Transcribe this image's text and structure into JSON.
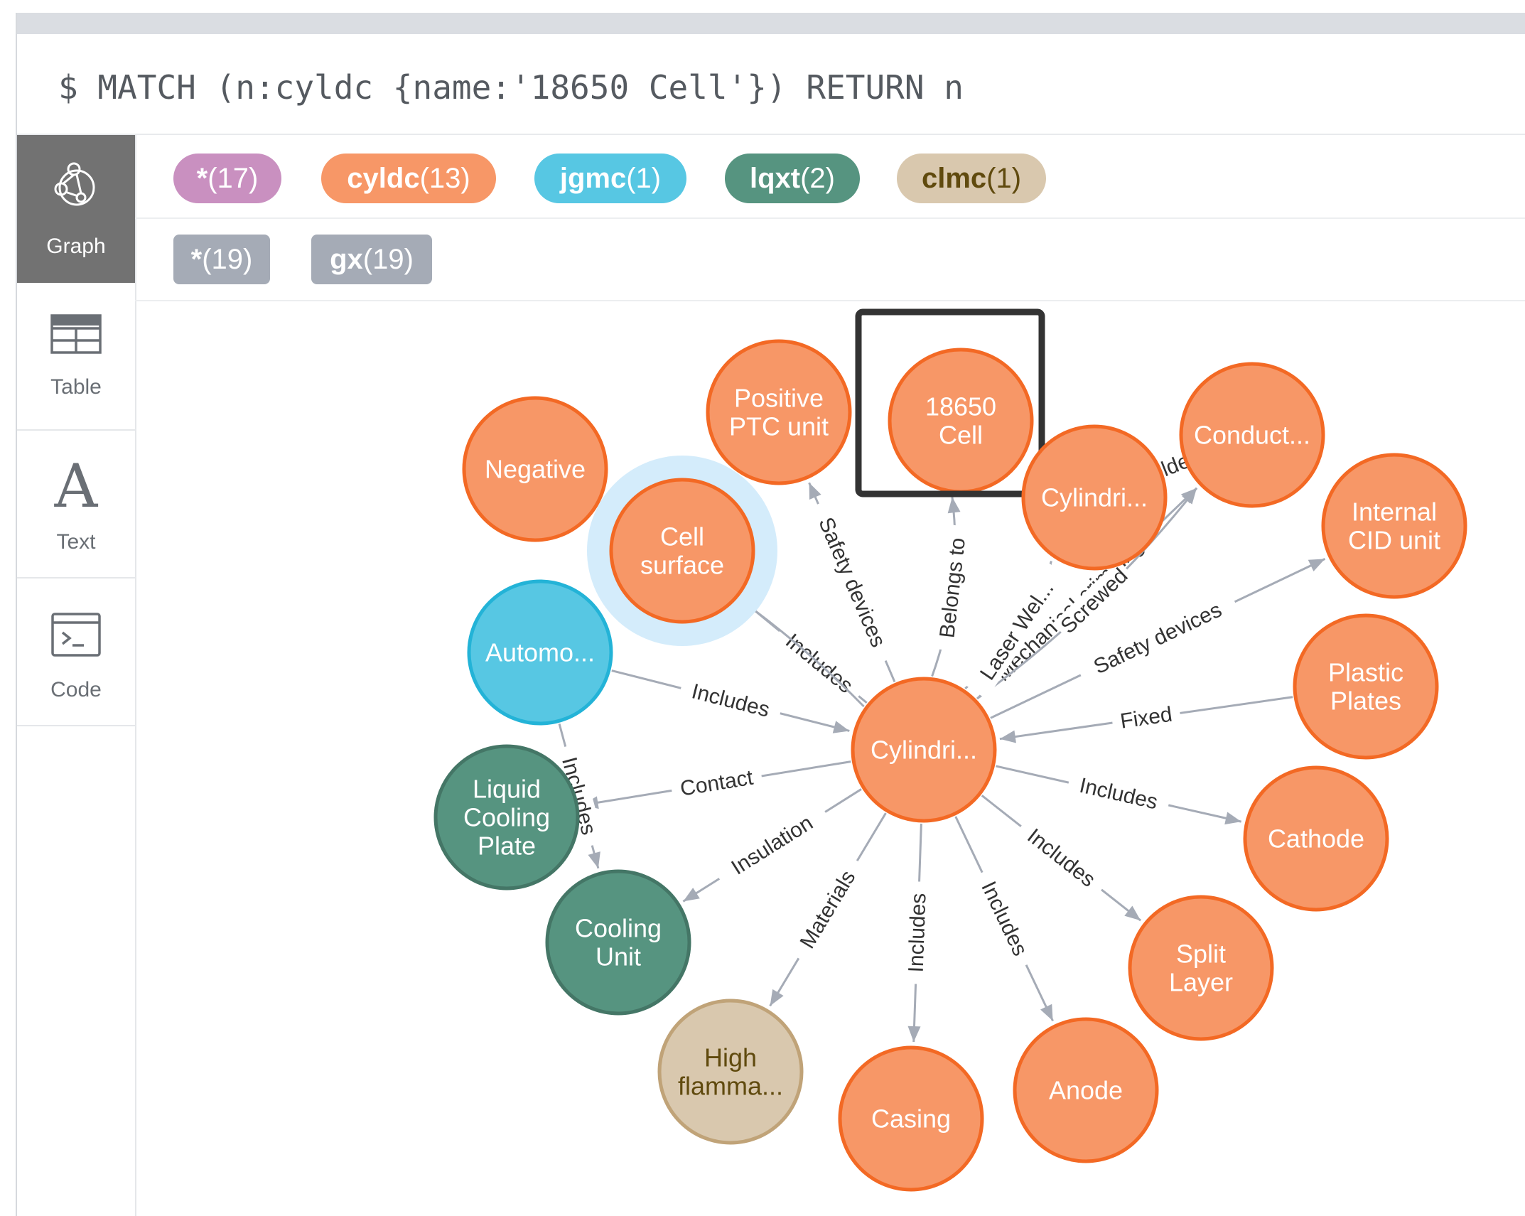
{
  "query": {
    "text": "$ MATCH (n:cyldc {name:'18650 Cell'}) RETURN n"
  },
  "sidebar": {
    "items": [
      {
        "label": "Graph",
        "icon": "graph-icon",
        "active": true
      },
      {
        "label": "Table",
        "icon": "table-icon",
        "active": false
      },
      {
        "label": "Text",
        "icon": "text-icon",
        "active": false
      },
      {
        "label": "Code",
        "icon": "code-icon",
        "active": false
      }
    ]
  },
  "legend": {
    "labels": [
      {
        "name": "*",
        "count": "(17)",
        "bg": "#c990c0",
        "fg": "#ffffff"
      },
      {
        "name": "cyldc",
        "count": "(13)",
        "bg": "#f79767",
        "fg": "#ffffff"
      },
      {
        "name": "jgmc",
        "count": "(1)",
        "bg": "#57c7e3",
        "fg": "#ffffff"
      },
      {
        "name": "lqxt",
        "count": "(2)",
        "bg": "#569480",
        "fg": "#ffffff"
      },
      {
        "name": "clmc",
        "count": "(1)",
        "bg": "#d9c8ae",
        "fg": "#604a0e"
      }
    ],
    "relationships": [
      {
        "name": "*",
        "count": "(19)",
        "bg": "#a5abb6",
        "fg": "#ffffff"
      },
      {
        "name": "gx",
        "count": "(19)",
        "bg": "#a5abb6",
        "fg": "#ffffff"
      }
    ]
  },
  "colors": {
    "cyldc": "#f79767",
    "cyldc_border": "#f36924",
    "jgmc": "#57c7e3",
    "jgmc_border": "#23b3d7",
    "lqxt": "#569480",
    "lqxt_border": "#447666",
    "clmc": "#d9c8ae",
    "clmc_border": "#c0a378",
    "edge": "#a5abb6",
    "selection_ring": "#d4ecfb"
  },
  "graph": {
    "nodes": [
      {
        "id": "center",
        "type": "cyldc",
        "lines": [
          "Cylindri..."
        ]
      },
      {
        "id": "n18650",
        "type": "cyldc",
        "lines": [
          "18650",
          "Cell"
        ],
        "highlighted": true
      },
      {
        "id": "positive",
        "type": "cyldc",
        "lines": [
          "Positive",
          "PTC unit"
        ]
      },
      {
        "id": "negative",
        "type": "cyldc",
        "lines": [
          "Negative"
        ]
      },
      {
        "id": "cellsurface",
        "type": "cyldc",
        "lines": [
          "Cell",
          "surface"
        ],
        "selected": true
      },
      {
        "id": "cyl2",
        "type": "cyldc",
        "lines": [
          "Cylindri..."
        ]
      },
      {
        "id": "conduct",
        "type": "cyldc",
        "lines": [
          "Conduct..."
        ]
      },
      {
        "id": "internal",
        "type": "cyldc",
        "lines": [
          "Internal",
          "CID unit"
        ]
      },
      {
        "id": "plastic",
        "type": "cyldc",
        "lines": [
          "Plastic",
          "Plates"
        ]
      },
      {
        "id": "cathode",
        "type": "cyldc",
        "lines": [
          "Cathode"
        ]
      },
      {
        "id": "split",
        "type": "cyldc",
        "lines": [
          "Split",
          "Layer"
        ]
      },
      {
        "id": "anode",
        "type": "cyldc",
        "lines": [
          "Anode"
        ]
      },
      {
        "id": "casing",
        "type": "cyldc",
        "lines": [
          "Casing"
        ]
      },
      {
        "id": "highflam",
        "type": "clmc",
        "lines": [
          "High",
          "flamma..."
        ]
      },
      {
        "id": "cooling",
        "type": "lqxt",
        "lines": [
          "Cooling",
          "Unit"
        ]
      },
      {
        "id": "liquid",
        "type": "lqxt",
        "lines": [
          "Liquid",
          "Cooling",
          "Plate"
        ]
      },
      {
        "id": "automo",
        "type": "jgmc",
        "lines": [
          "Automo..."
        ]
      }
    ],
    "edges": [
      {
        "from": "center",
        "to": "n18650",
        "label": "Belongs to"
      },
      {
        "from": "center",
        "to": "positive",
        "label": "Safety devices"
      },
      {
        "from": "center",
        "to": "cellsurface",
        "label": "Includes"
      },
      {
        "from": "center",
        "to": "negative",
        "label": "Includes"
      },
      {
        "from": "automo",
        "to": "center",
        "label": "Includes"
      },
      {
        "from": "center",
        "to": "liquid",
        "label": "Contact"
      },
      {
        "from": "automo",
        "to": "cooling",
        "label": "Includes"
      },
      {
        "from": "center",
        "to": "cooling",
        "label": "Insulation"
      },
      {
        "from": "center",
        "to": "highflam",
        "label": "Materials"
      },
      {
        "from": "center",
        "to": "casing",
        "label": "Includes"
      },
      {
        "from": "center",
        "to": "anode",
        "label": "Includes"
      },
      {
        "from": "center",
        "to": "split",
        "label": "Includes"
      },
      {
        "from": "center",
        "to": "cathode",
        "label": "Includes"
      },
      {
        "from": "plastic",
        "to": "center",
        "label": "Fixed"
      },
      {
        "from": "center",
        "to": "internal",
        "label": "Safety devices"
      },
      {
        "from": "center",
        "to": "conduct",
        "label": "Mechanical crimping"
      },
      {
        "from": "center",
        "to": "conduct",
        "label": "Screwed"
      },
      {
        "from": "center",
        "to": "cyl2",
        "label": "Laser Wel..."
      },
      {
        "from": "cyl2",
        "to": "conduct",
        "label": "Solde..."
      }
    ]
  }
}
